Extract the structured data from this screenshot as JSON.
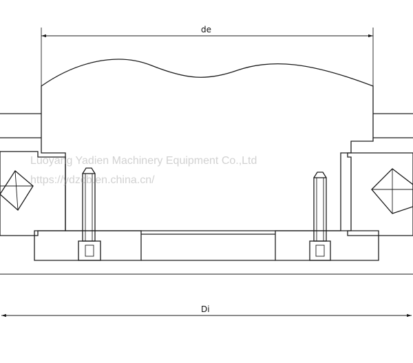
{
  "dimensions": {
    "top_label": "de",
    "bottom_label": "Di"
  },
  "watermark": {
    "line1": "Luoyang Yadien Machinery Equipment Co.,Ltd",
    "line2": "https://ydzcb.en.china.cn/"
  },
  "colors": {
    "line": "#1a1a1a",
    "background": "#ffffff",
    "watermark": "#9a9a9a"
  }
}
